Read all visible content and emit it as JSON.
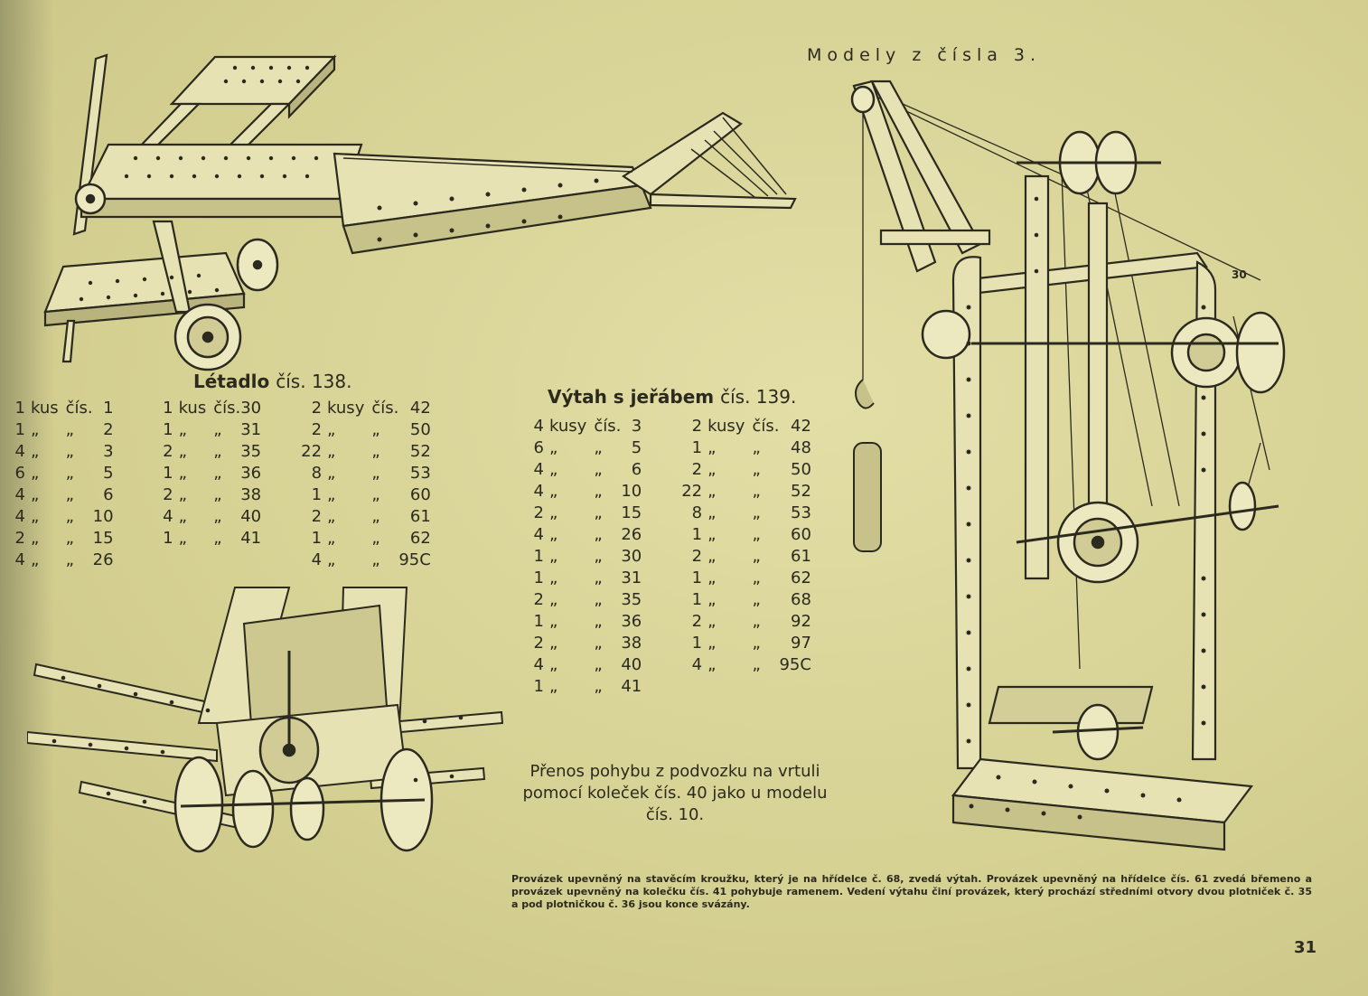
{
  "header": {
    "series_title": "Modely z čísla 3."
  },
  "page_number": "31",
  "model_138": {
    "title": "Létadlo",
    "number": "čís. 138.",
    "rows": [
      [
        [
          "1",
          "kus",
          "čís.",
          "1"
        ],
        [
          "1",
          "kus",
          "čís.",
          "30"
        ],
        [
          "2",
          "kusy",
          "čís.",
          "42"
        ]
      ],
      [
        [
          "1",
          "„",
          "„",
          "2"
        ],
        [
          "1",
          "„",
          "„",
          "31"
        ],
        [
          "2",
          "„",
          "„",
          "50"
        ]
      ],
      [
        [
          "4",
          "„",
          "„",
          "3"
        ],
        [
          "2",
          "„",
          "„",
          "35"
        ],
        [
          "22",
          "„",
          "„",
          "52"
        ]
      ],
      [
        [
          "6",
          "„",
          "„",
          "5"
        ],
        [
          "1",
          "„",
          "„",
          "36"
        ],
        [
          "8",
          "„",
          "„",
          "53"
        ]
      ],
      [
        [
          "4",
          "„",
          "„",
          "6"
        ],
        [
          "2",
          "„",
          "„",
          "38"
        ],
        [
          "1",
          "„",
          "„",
          "60"
        ]
      ],
      [
        [
          "4",
          "„",
          "„",
          "10"
        ],
        [
          "4",
          "„",
          "„",
          "40"
        ],
        [
          "2",
          "„",
          "„",
          "61"
        ]
      ],
      [
        [
          "2",
          "„",
          "„",
          "15"
        ],
        [
          "1",
          "„",
          "„",
          "41"
        ],
        [
          "1",
          "„",
          "„",
          "62"
        ]
      ],
      [
        [
          "4",
          "„",
          "„",
          "26"
        ],
        [
          "",
          "",
          "",
          ""
        ],
        [
          "4",
          "„",
          "„",
          "95C"
        ]
      ]
    ]
  },
  "model_139": {
    "title": "Výtah s jeřábem",
    "number": "čís. 139.",
    "rows": [
      [
        [
          "4",
          "kusy",
          "čís.",
          "3"
        ],
        [
          "2",
          "kusy",
          "čís.",
          "42"
        ]
      ],
      [
        [
          "6",
          "„",
          "„",
          "5"
        ],
        [
          "1",
          "„",
          "„",
          "48"
        ]
      ],
      [
        [
          "4",
          "„",
          "„",
          "6"
        ],
        [
          "2",
          "„",
          "„",
          "50"
        ]
      ],
      [
        [
          "4",
          "„",
          "„",
          "10"
        ],
        [
          "22",
          "„",
          "„",
          "52"
        ]
      ],
      [
        [
          "2",
          "„",
          "„",
          "15"
        ],
        [
          "8",
          "„",
          "„",
          "53"
        ]
      ],
      [
        [
          "4",
          "„",
          "„",
          "26"
        ],
        [
          "1",
          "„",
          "„",
          "60"
        ]
      ],
      [
        [
          "1",
          "„",
          "„",
          "30"
        ],
        [
          "2",
          "„",
          "„",
          "61"
        ]
      ],
      [
        [
          "1",
          "„",
          "„",
          "31"
        ],
        [
          "1",
          "„",
          "„",
          "62"
        ]
      ],
      [
        [
          "2",
          "„",
          "„",
          "35"
        ],
        [
          "1",
          "„",
          "„",
          "68"
        ]
      ],
      [
        [
          "1",
          "„",
          "„",
          "36"
        ],
        [
          "2",
          "„",
          "„",
          "92"
        ]
      ],
      [
        [
          "2",
          "„",
          "„",
          "38"
        ],
        [
          "1",
          "„",
          "„",
          "97"
        ]
      ],
      [
        [
          "4",
          "„",
          "„",
          "40"
        ],
        [
          "4",
          "„",
          "„",
          "95C"
        ]
      ],
      [
        [
          "1",
          "„",
          "„",
          "41"
        ],
        [
          "",
          "",
          "",
          ""
        ]
      ]
    ]
  },
  "caption": "Přenos pohybu z podvozku na vrtuli pomocí koleček čís. 40 jako u modelu čís. 10.",
  "note": "Provázek upevněný na stavěcím kroužku, který je na hřídelce č. 68, zvedá výtah. Provázek upevněný na hřídelce čís. 61 zvedá břemeno a provázek upevněný na kolečku čís. 41 pohybuje ramenem. Vedení výtahu činí provázek, který prochází středními otvory dvou plotniček č. 35 a pod plotničkou č. 36 jsou konce svázány.",
  "illustrations": {
    "crane_label": "30"
  },
  "colors": {
    "paper": "#d8d49a",
    "ink": "#2c2a1e"
  }
}
